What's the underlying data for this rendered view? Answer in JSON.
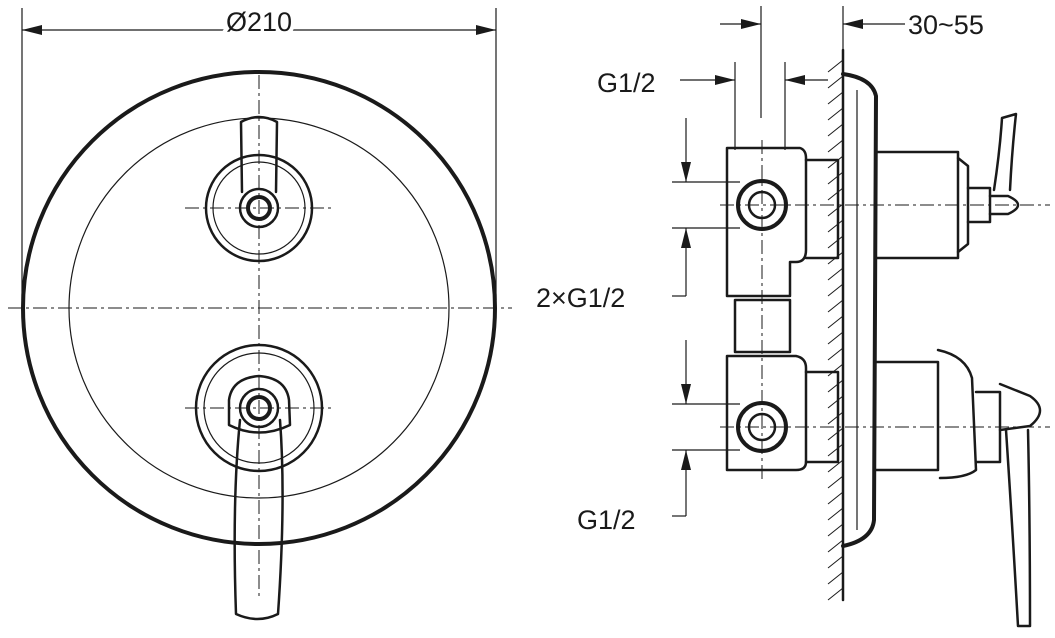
{
  "drawing": {
    "labels": {
      "diameter": "Ø210",
      "depth_range": "30~55",
      "top_connection": "G1/2",
      "middle_connections": "2×G1/2",
      "bottom_connection": "G1/2"
    }
  }
}
